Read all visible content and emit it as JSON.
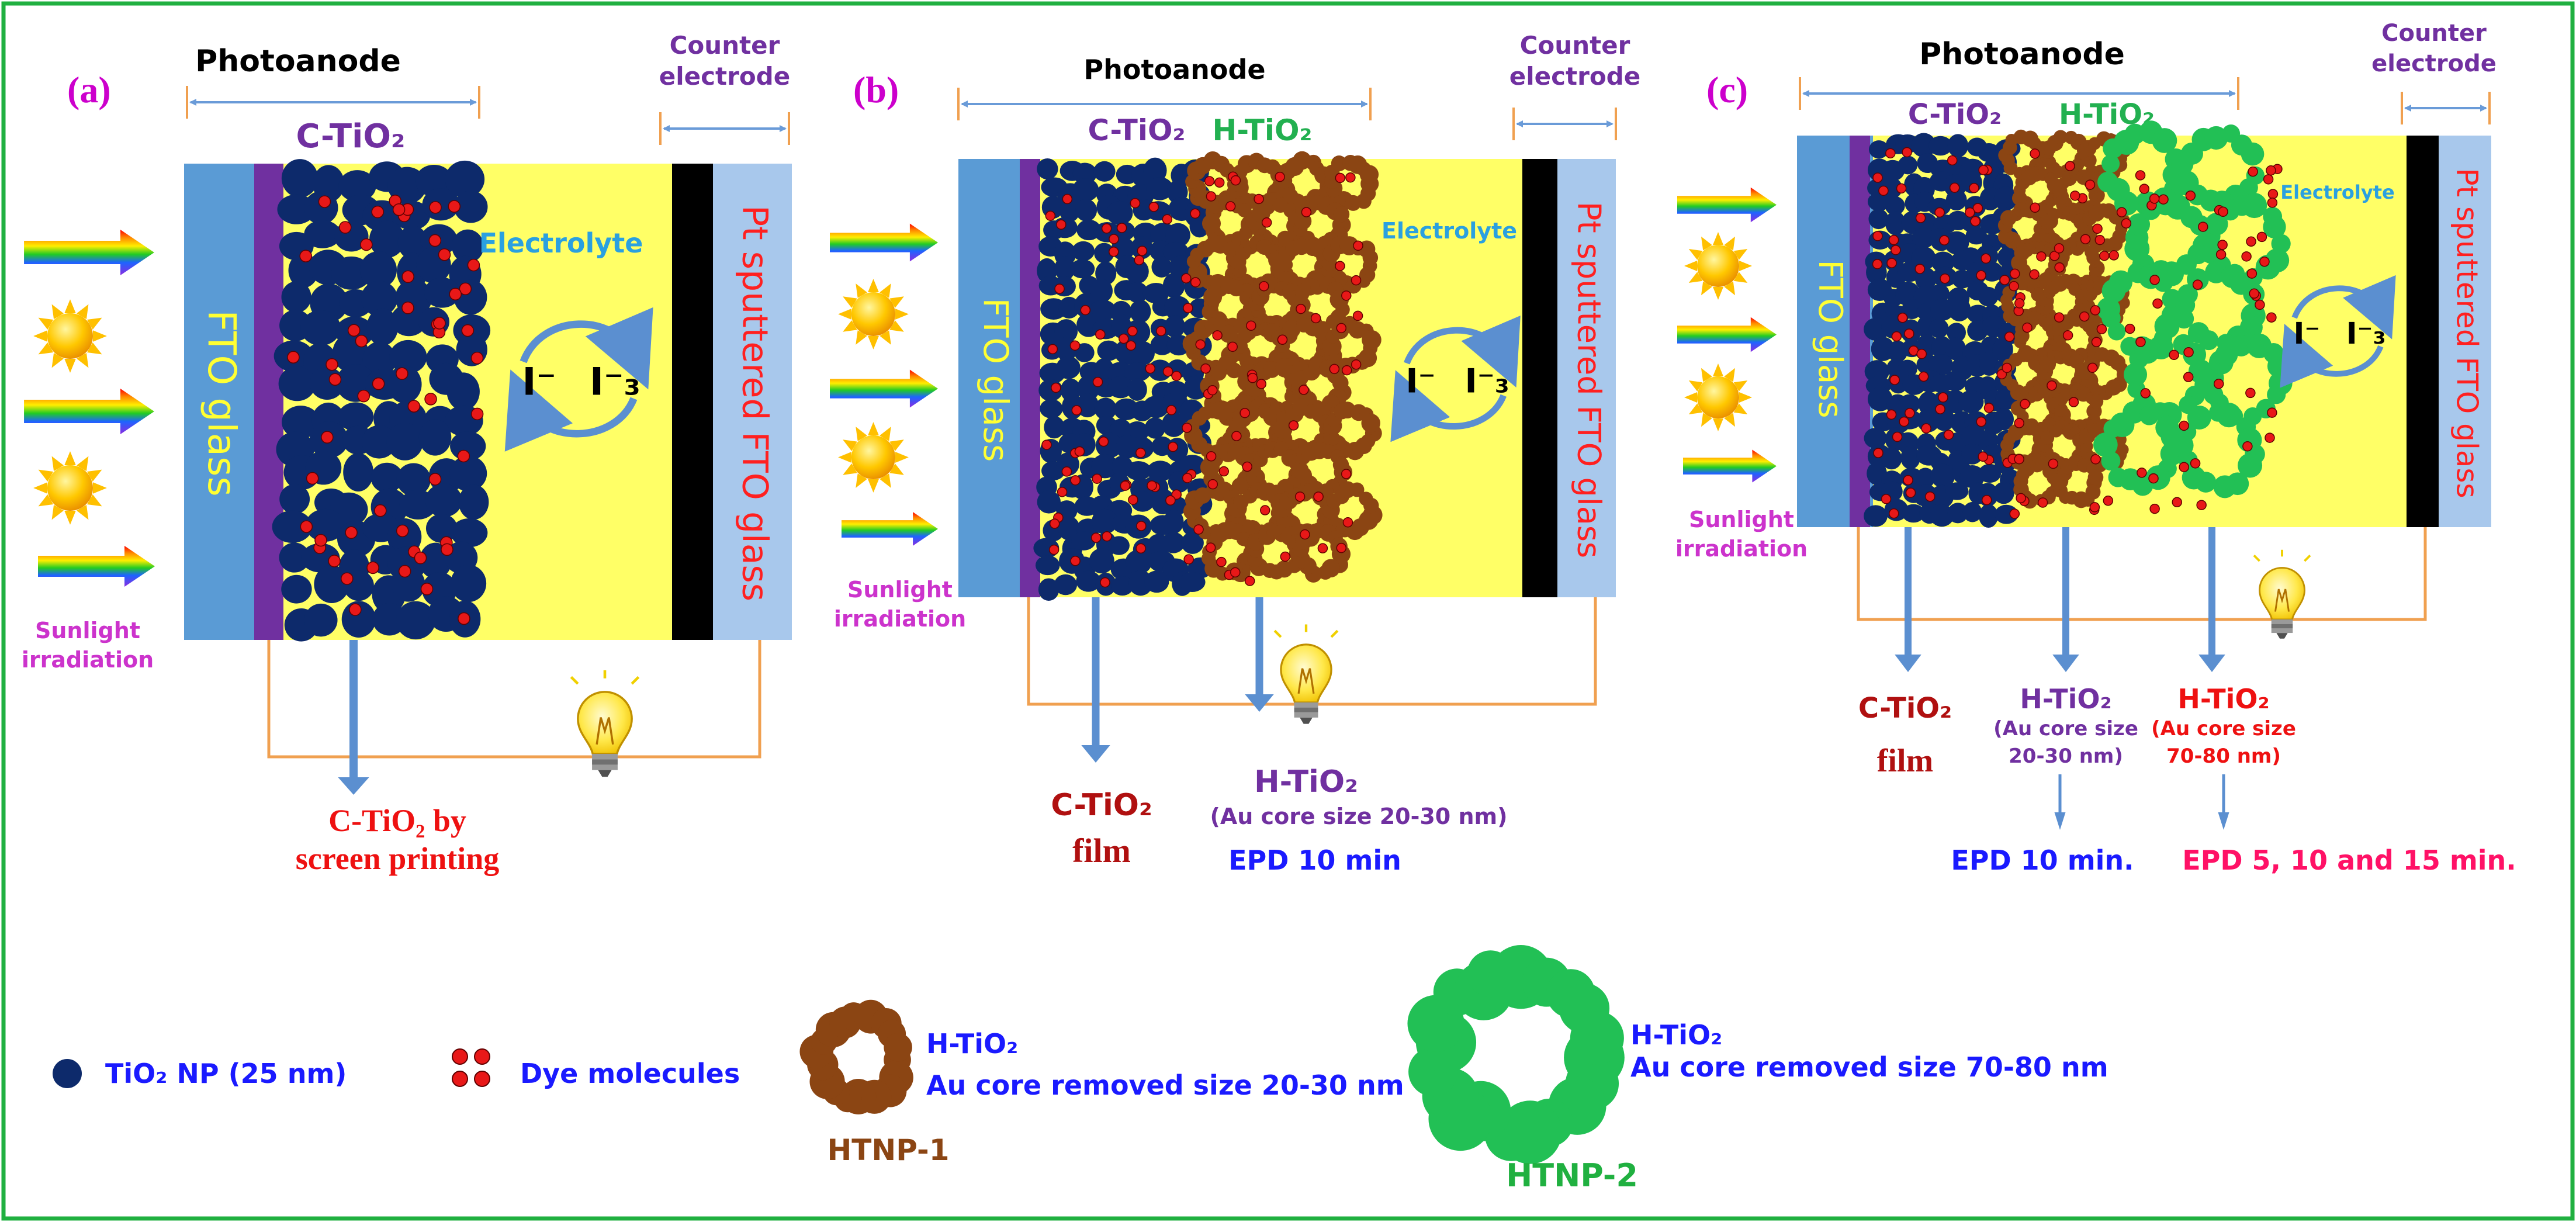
{
  "colors": {
    "frame": "#20b040",
    "fto": "#5a9bd5",
    "ftoText": "#ffff33",
    "purpleStrip": "#7030a0",
    "electrolyte": "#ffff66",
    "tio2Particle": "#0d2a6b",
    "dye": "#e81818",
    "htnp1": "#8b4513",
    "htnp2": "#22c055",
    "counter": "#000000",
    "ptGlass": "#a8c8ec",
    "ptText": "#ff2020",
    "wire": "#f0a050",
    "arrowBlue": "#5b8fd0",
    "panelLabel": "#cc00cc",
    "sunlight": "#cc33cc",
    "electrolyteText": "#2aa0e0",
    "ctio2Label": "#7030a0",
    "htio2Green": "#22b050",
    "darkRed": "#b01010",
    "red": "#ee1111",
    "blue": "#1a1aff",
    "magentaRed": "#ff1166",
    "brownLabel": "#8b4513",
    "greenLabel": "#20b040"
  },
  "icons": [
    "sun-icon",
    "rainbow-arrow-icon",
    "light-bulb-icon",
    "redox-cycle-icon"
  ],
  "labels": {
    "photoanode": "Photoanode",
    "counterLine1": "Counter",
    "counterLine2": "electrode",
    "electrolyte": "Electrolyte",
    "ftoGlass": "FTO glass",
    "ptGlass": "Pt sputtered FTO glass",
    "sunlight1": "Sunlight",
    "sunlight2": "irradiation",
    "iMinus": "I⁻",
    "i3": "I⁻₃",
    "ctio2": "C-TiO₂",
    "htio2": "H-TiO₂"
  },
  "panels": {
    "a": {
      "tag": "(a)",
      "bottom1": "C-TiO₂ by",
      "bottom2": "screen printing"
    },
    "b": {
      "tag": "(b)",
      "ctio2Film1": "C-TiO₂",
      "ctio2Film2": "film",
      "htio2Title": "H-TiO₂",
      "htio2Sub": "(Au core size 20-30 nm)",
      "epd": "EPD 10 min"
    },
    "c": {
      "tag": "(c)",
      "ctio2Film1": "C-TiO₂",
      "ctio2Film2": "film",
      "h1Title": "H-TiO₂",
      "h1Sub1": "(Au core size",
      "h1Sub2": "20-30 nm)",
      "h2Title": "H-TiO₂",
      "h2Sub1": "(Au core size",
      "h2Sub2": "70-80 nm)",
      "epd1": "EPD 10 min.",
      "epd2": "EPD 5, 10 and 15 min."
    }
  },
  "legend": {
    "tio2np": "TiO₂ NP (25 nm)",
    "dye": "Dye molecules",
    "htnp1Title": "H-TiO₂",
    "htnp1Desc": "Au core removed size 20-30 nm",
    "htnp1Name": "HTNP-1",
    "htnp2Title": "H-TiO₂",
    "htnp2Desc": "Au core removed size 70-80 nm",
    "htnp2Name": "HTNP-2"
  }
}
